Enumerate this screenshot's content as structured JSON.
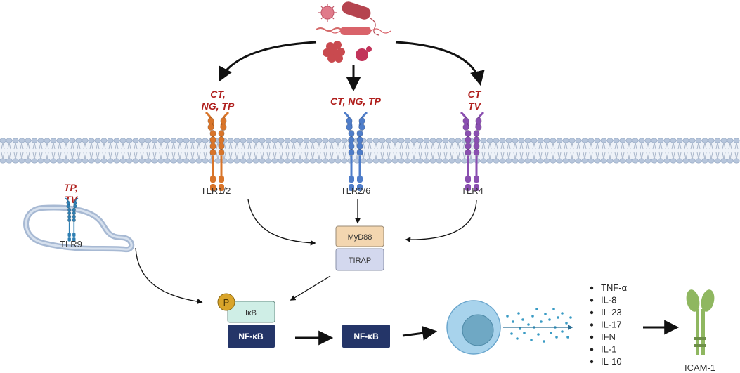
{
  "receptors": {
    "tlr12": {
      "label": "TLR1/2",
      "pathogens": [
        "CT,",
        "NG, TP"
      ]
    },
    "tlr26": {
      "label": "TLR2/6",
      "pathogens": [
        "CT, NG, TP"
      ]
    },
    "tlr4": {
      "label": "TLR4",
      "pathogens": [
        "CT",
        "TV"
      ]
    },
    "tlr9": {
      "label": "TLR9",
      "pathogens": [
        "TP,",
        "TV"
      ]
    }
  },
  "adaptors": {
    "myd88": "MyD88",
    "tirap": "TIRAP"
  },
  "complex": {
    "phospho": "P",
    "ikb": "IκB",
    "nfkb": "NF-κB"
  },
  "nucleus_nfkb": "NF-κB",
  "cytokines": [
    "TNF-α",
    "IL-8",
    "IL-23",
    "IL-17",
    "IFN",
    "IL-1",
    "IL-10"
  ],
  "icam": "ICAM-1",
  "colors": {
    "tlr12": "#d9752a",
    "tlr26": "#4f7dc9",
    "tlr4": "#8a4fb0",
    "tlr9": "#2f7fb3",
    "myd88": "#f3d6b0",
    "tirap": "#d3d8ee",
    "ikb": "#cfeee6",
    "nfkb": "#243568",
    "pathogen_text": "#b0201e",
    "icam": "#8fb760"
  }
}
